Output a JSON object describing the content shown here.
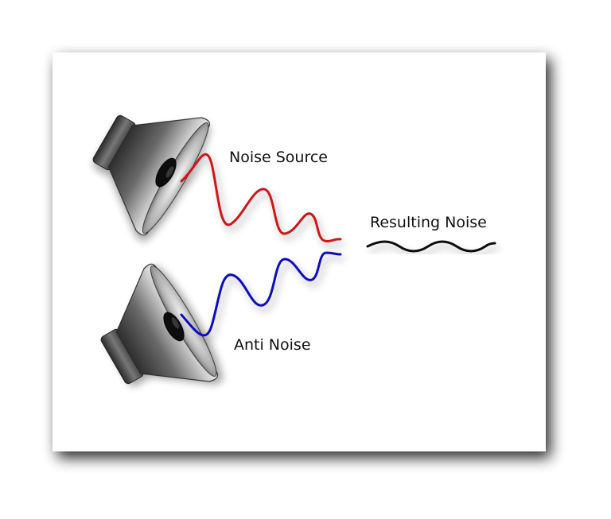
{
  "labels": {
    "noise_source": "Noise Source",
    "anti_noise": "Anti Noise",
    "resulting_noise": "Resulting Noise"
  },
  "colors": {
    "noise_wave": "#d01818",
    "anti_noise_wave": "#1010c0",
    "resulting_wave": "#111111",
    "speaker_dark": "#3a3a3a",
    "speaker_light": "#e8e8e8",
    "panel_background": "#ffffff"
  },
  "icons": {
    "top_speaker": "loudspeaker-icon",
    "bottom_speaker": "loudspeaker-icon"
  }
}
